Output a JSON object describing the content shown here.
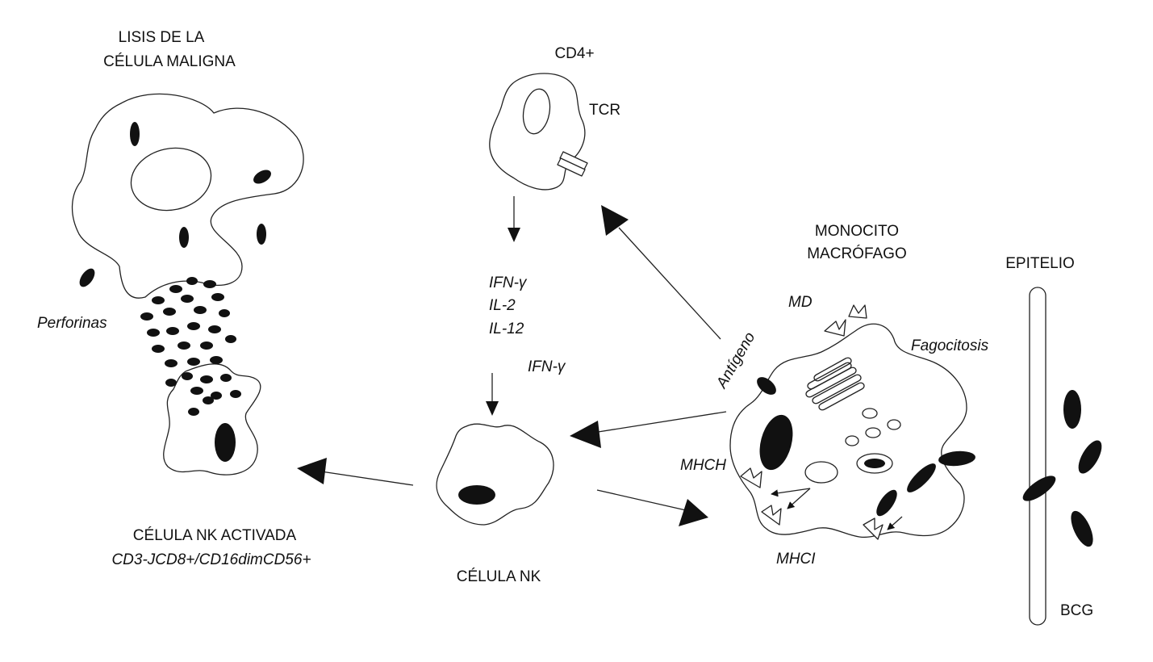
{
  "labels": {
    "lysis_line1": "LISIS DE LA",
    "lysis_line2": "CÉLULA MALIGNA",
    "perforinas": "Perforinas",
    "nk_activated_line1": "CÉLULA NK ACTIVADA",
    "nk_activated_line2": "CD3-JCD8+/CD16dimCD56+",
    "cd4": "CD4+",
    "tcr": "TCR",
    "cytokine_1": "IFN-γ",
    "cytokine_2": "IL-2",
    "cytokine_3": "IL-12",
    "ifn_gamma": "IFN-γ",
    "nk_cell": "CÉLULA NK",
    "monocyte_line1": "MONOCITO",
    "monocyte_line2": "MACRÓFAGO",
    "md": "MD",
    "fagocitosis": "Fagocitosis",
    "antigeno": "Antígeno",
    "mhch": "MHCH",
    "mhci": "MHCI",
    "epitelio": "EPITELIO",
    "bcg": "BCG"
  },
  "colors": {
    "ink": "#111111",
    "stroke": "#222222",
    "background": "#ffffff"
  }
}
